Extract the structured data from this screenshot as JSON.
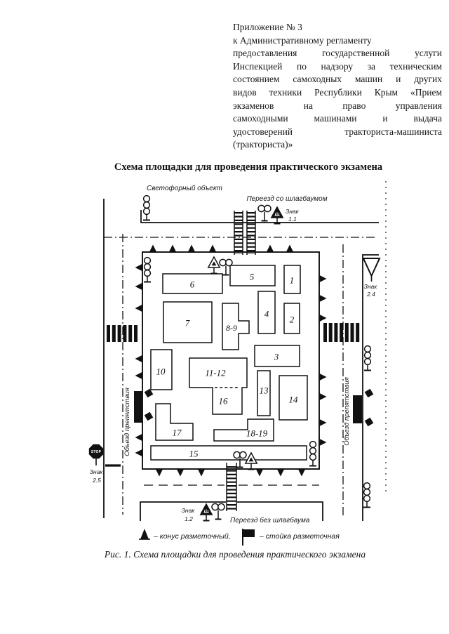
{
  "header": {
    "lines": [
      "Приложение № 3",
      "к Административному регламенту",
      "предоставления государственной услуги",
      "Инспекцией по надзору за техническим",
      "состоянием самоходных машин и других",
      "видов техники Республики Крым «Прием",
      "экзаменов на право управления",
      "самоходными машинами и выдача",
      "удостоверений тракториста-машиниста",
      "(тракториста)»"
    ]
  },
  "figure": {
    "title": "Схема площадки для проведения практического экзамена",
    "caption": "Рис. 1. Схема площадки для проведения практического экзамена"
  },
  "diagram": {
    "labels": {
      "traffic_light_object": "Светофорный объект",
      "crossing_with_barrier": "Переезд со шлагбаумом",
      "crossing_without_barrier": "Переезд без шлагбаума",
      "obstacle_detour": "Объезд препятствия",
      "stop_text": "STOP"
    },
    "signs": {
      "s1_1": {
        "word": "Знак",
        "num": "1.1"
      },
      "s1_2": {
        "word": "Знак",
        "num": "1.2"
      },
      "s2_4": {
        "word": "Знак",
        "num": "2.4"
      },
      "s2_5": {
        "word": "Знак",
        "num": "2.5"
      }
    },
    "zones": {
      "z1": "1",
      "z2": "2",
      "z3": "3",
      "z4": "4",
      "z5": "5",
      "z6": "6",
      "z7": "7",
      "z8_9": "8-9",
      "z10": "10",
      "z11_12": "11-12",
      "z13": "13",
      "z14": "14",
      "z15": "15",
      "z16": "16",
      "z17": "17",
      "z18_19": "18-19"
    },
    "colors": {
      "ink": "#111111",
      "paper": "#ffffff"
    }
  },
  "legend": {
    "cone": "– конус разметочный,",
    "post": "– стойка разметочная"
  }
}
